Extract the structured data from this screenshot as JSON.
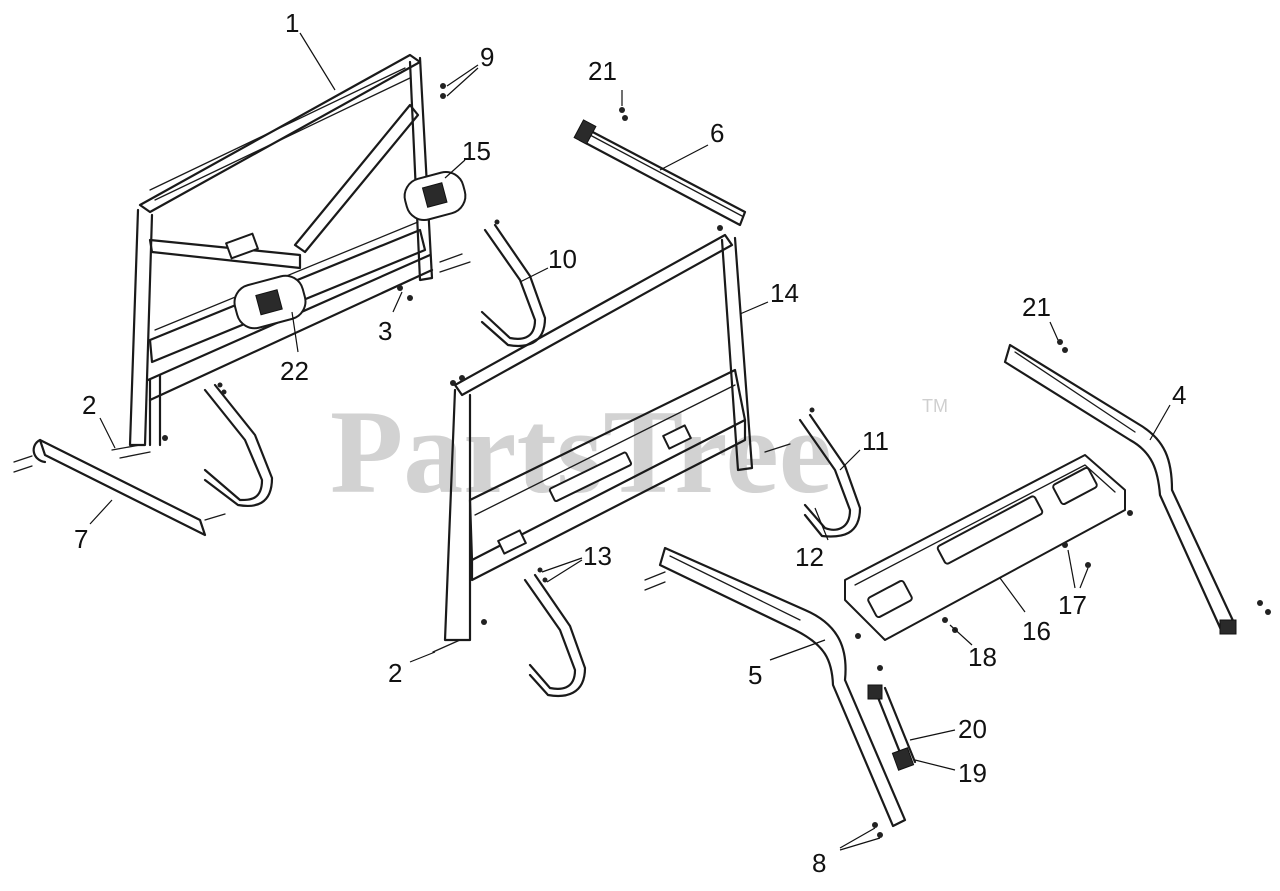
{
  "watermark": {
    "text": "PartsTree",
    "trademark": "TM"
  },
  "callouts": [
    "1",
    "9",
    "21",
    "6",
    "15",
    "10",
    "14",
    "3",
    "22",
    "21",
    "4",
    "2",
    "11",
    "7",
    "12",
    "13",
    "17",
    "16",
    "18",
    "2",
    "5",
    "20",
    "19",
    "8"
  ]
}
